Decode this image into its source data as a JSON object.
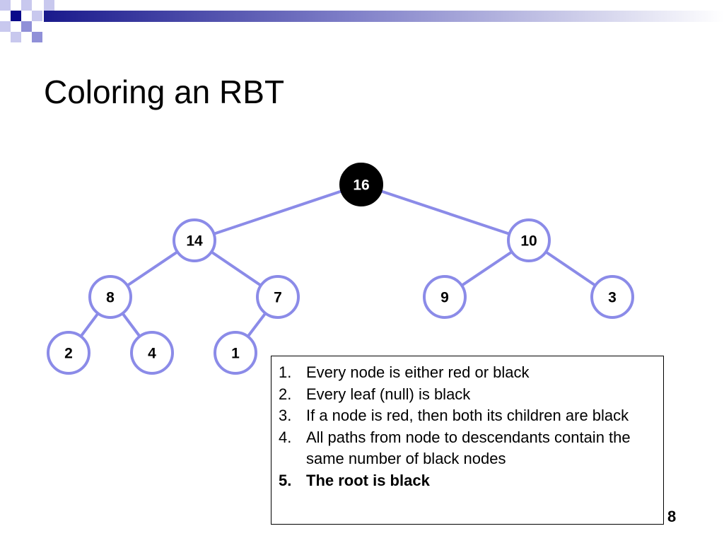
{
  "slide": {
    "title": "Coloring an RBT",
    "page_number": "8"
  },
  "colors": {
    "accent": "#8b8be8",
    "accent_dark": "#0a0a8a",
    "node_black": "#000000",
    "node_fill": "#ffffff"
  },
  "tree": {
    "nodes": [
      {
        "id": "n16",
        "label": "16",
        "color": "black"
      },
      {
        "id": "n14",
        "label": "14",
        "color": "unset"
      },
      {
        "id": "n10",
        "label": "10",
        "color": "unset"
      },
      {
        "id": "n8",
        "label": "8",
        "color": "unset"
      },
      {
        "id": "n7",
        "label": "7",
        "color": "unset"
      },
      {
        "id": "n9",
        "label": "9",
        "color": "unset"
      },
      {
        "id": "n3",
        "label": "3",
        "color": "unset"
      },
      {
        "id": "n2",
        "label": "2",
        "color": "unset"
      },
      {
        "id": "n4",
        "label": "4",
        "color": "unset"
      },
      {
        "id": "n1",
        "label": "1",
        "color": "unset"
      }
    ],
    "edges": [
      [
        "n16",
        "n14"
      ],
      [
        "n16",
        "n10"
      ],
      [
        "n14",
        "n8"
      ],
      [
        "n14",
        "n7"
      ],
      [
        "n10",
        "n9"
      ],
      [
        "n10",
        "n3"
      ],
      [
        "n8",
        "n2"
      ],
      [
        "n8",
        "n4"
      ],
      [
        "n7",
        "n1"
      ]
    ]
  },
  "rules": [
    {
      "number": "1.",
      "text": "Every node is either red or black",
      "bold": false
    },
    {
      "number": "2.",
      "text": "Every leaf (null) is black",
      "bold": false
    },
    {
      "number": "3.",
      "text": "If a node is red, then both its children are black",
      "bold": false
    },
    {
      "number": "4.",
      "text": "All paths from node to descendants contain the same number of black nodes",
      "bold": false
    },
    {
      "number": "5.",
      "text": "The root is black",
      "bold": true
    }
  ]
}
